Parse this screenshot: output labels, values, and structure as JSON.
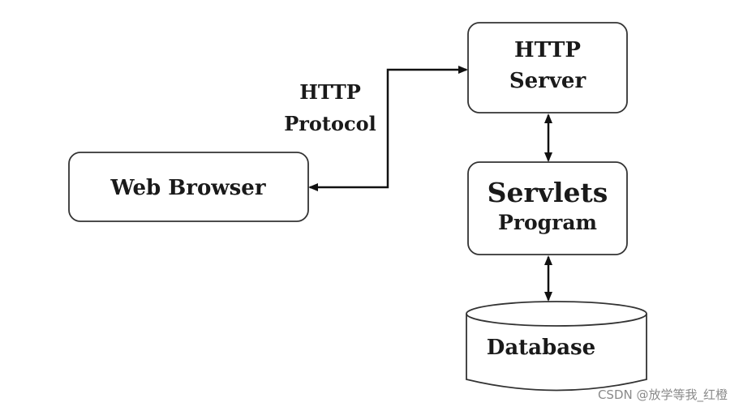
{
  "diagram": {
    "nodes": {
      "web_browser": {
        "label": "Web Browser"
      },
      "http_server": {
        "line1": "HTTP",
        "line2": "Server"
      },
      "servlets": {
        "line1": "Servlets",
        "line2": "Program"
      },
      "database": {
        "label": "Database"
      }
    },
    "edges": {
      "browser_server": {
        "line1": "HTTP",
        "line2": "Protocol"
      }
    }
  },
  "watermark": "CSDN @放学等我_红橙"
}
